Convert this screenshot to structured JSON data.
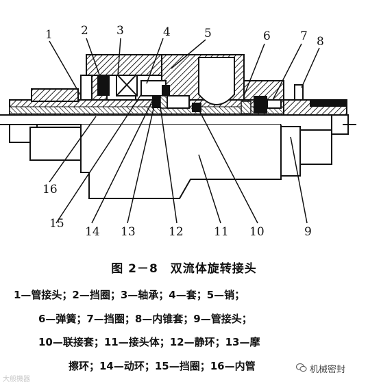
{
  "diagram": {
    "numbers": [
      "1",
      "2",
      "3",
      "4",
      "5",
      "6",
      "7",
      "8",
      "9",
      "10",
      "11",
      "12",
      "13",
      "14",
      "15",
      "16"
    ]
  },
  "caption": {
    "title": "图 2－8　双流体旋转接头",
    "legend": [
      "1—管接头；2—挡圈；3—轴承；4—套；5—销；",
      "6—弹簧；7—挡圈；8—内锥套；9—管接头；",
      "10—联接套；11—接头体；12—静环；13—摩",
      "擦环；14—动环；15—挡圈；16—内管"
    ]
  },
  "watermarks": {
    "left": "大般機器",
    "right": "机械密封"
  }
}
